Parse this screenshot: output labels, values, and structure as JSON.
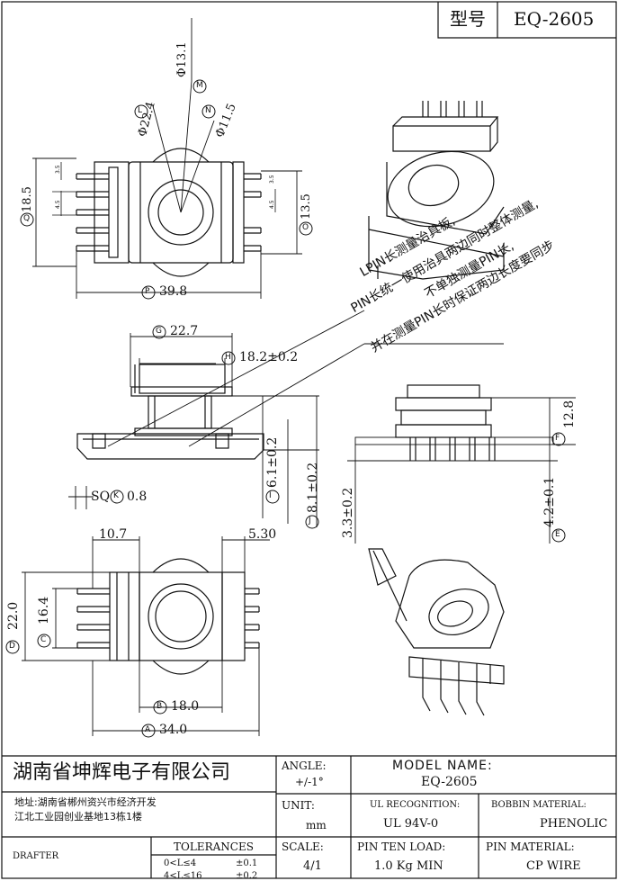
{
  "header": {
    "model_label": "型号",
    "model_value": "EQ-2605"
  },
  "dims": {
    "d131": "Φ13.1",
    "d224": "Φ22.4",
    "d115": "Φ11.5",
    "d185": "18.5",
    "d135": "13.5",
    "d35a": "3.5",
    "d35b": "3.5",
    "d45a": "4.5",
    "d45b": "4.5",
    "d398": "39.8",
    "d227": "22.7",
    "d182": "18.2±0.2",
    "d128": "12.8",
    "d61": "6.1±0.2",
    "d81": "8.1±0.2",
    "d33": "3.3±0.2",
    "d42": "4.2±0.1",
    "sq": "SQ",
    "d08": "0.8",
    "d107": "10.7",
    "d530": "5.30",
    "d220": "22.0",
    "d164": "16.4",
    "d180": "18.0",
    "d340": "34.0"
  },
  "letters": {
    "a": "A",
    "b": "B",
    "c": "C",
    "d": "D",
    "e": "E",
    "f": "F",
    "g": "G",
    "h": "H",
    "i": "I",
    "j": "J",
    "k": "K",
    "l": "L",
    "m": "M",
    "n": "N",
    "o": "O",
    "p": "P",
    "q": "Q"
  },
  "notes": {
    "line1": "LPIN长测量治具板,",
    "line2": "PIN长统一使用治具两边同时整体测量,",
    "line3": "不单独测量PIN长,",
    "line4": "并在测量PIN长时保证两边长度要同步"
  },
  "title_block": {
    "company": "湖南省坤辉电子有限公司",
    "address_line1": "地址:湖南省郴州资兴市经济开发",
    "address_line2": "江北工业园创业基地13栋1楼",
    "angle_label": "ANGLE:",
    "angle_value": "+/-1°",
    "model_name_label": "MODEL NAME:",
    "model_name_value": "EQ-2605",
    "unit_label": "UNIT:",
    "unit_value": "mm",
    "ul_label": "UL RECOGNITION:",
    "ul_value": "UL 94V-0",
    "bobbin_label": "BOBBIN MATERIAL:",
    "bobbin_value": "PHENOLIC",
    "drafter_label": "DRAFTER",
    "tolerances_label": "TOLERANCES",
    "tol_row1_range": "0<L≤4",
    "tol_row1_value": "±0.1",
    "tol_row2_range": "4<L≤16",
    "tol_row2_value": "±0.2",
    "scale_label": "SCALE:",
    "scale_value": "4/1",
    "pin_load_label": "PIN TEN LOAD:",
    "pin_load_value": "1.0 Kg MIN",
    "pin_material_label": "PIN MATERIAL:",
    "pin_material_value": "CP WIRE"
  }
}
